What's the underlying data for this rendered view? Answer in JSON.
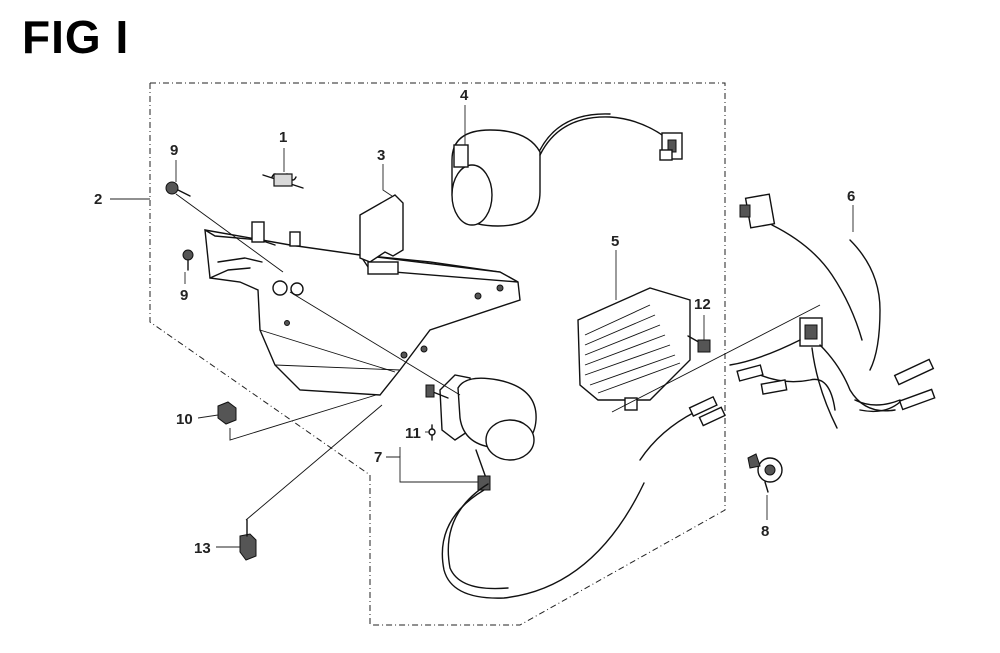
{
  "title": "FIG I",
  "callouts": {
    "c1": "1",
    "c2": "2",
    "c3": "3",
    "c4": "4",
    "c5": "5",
    "c6": "6",
    "c7": "7",
    "c8": "8",
    "c9a": "9",
    "c9b": "9",
    "c10": "10",
    "c11": "11",
    "c12": "12",
    "c13": "13"
  }
}
